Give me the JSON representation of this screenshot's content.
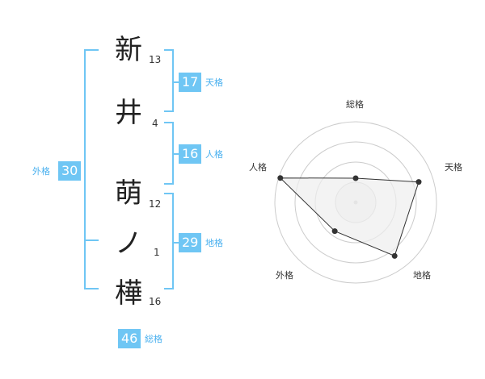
{
  "name": {
    "characters": [
      {
        "char": "新",
        "strokes": "13"
      },
      {
        "char": "井",
        "strokes": "4"
      },
      {
        "char": "萌",
        "strokes": "12"
      },
      {
        "char": "ノ",
        "strokes": "1"
      },
      {
        "char": "樺",
        "strokes": "16"
      }
    ]
  },
  "scores": {
    "tenkaku": {
      "value": "17",
      "label": "天格"
    },
    "jinkaku": {
      "value": "16",
      "label": "人格"
    },
    "chikaku": {
      "value": "29",
      "label": "地格"
    },
    "gaikaku": {
      "value": "30",
      "label": "外格"
    },
    "soukaku": {
      "value": "46",
      "label": "総格"
    }
  },
  "radar": {
    "axes": [
      "総格",
      "天格",
      "地格",
      "外格",
      "人格"
    ],
    "ring_count": 4,
    "values": [
      0.3,
      0.82,
      0.82,
      0.44,
      0.98
    ],
    "colors": {
      "fill": "#eeeeee",
      "stroke": "#333333",
      "ring": "#cccccc",
      "point": "#333333"
    }
  },
  "colors": {
    "accent": "#6fc6f4",
    "accent_text": "#49b0ef"
  }
}
